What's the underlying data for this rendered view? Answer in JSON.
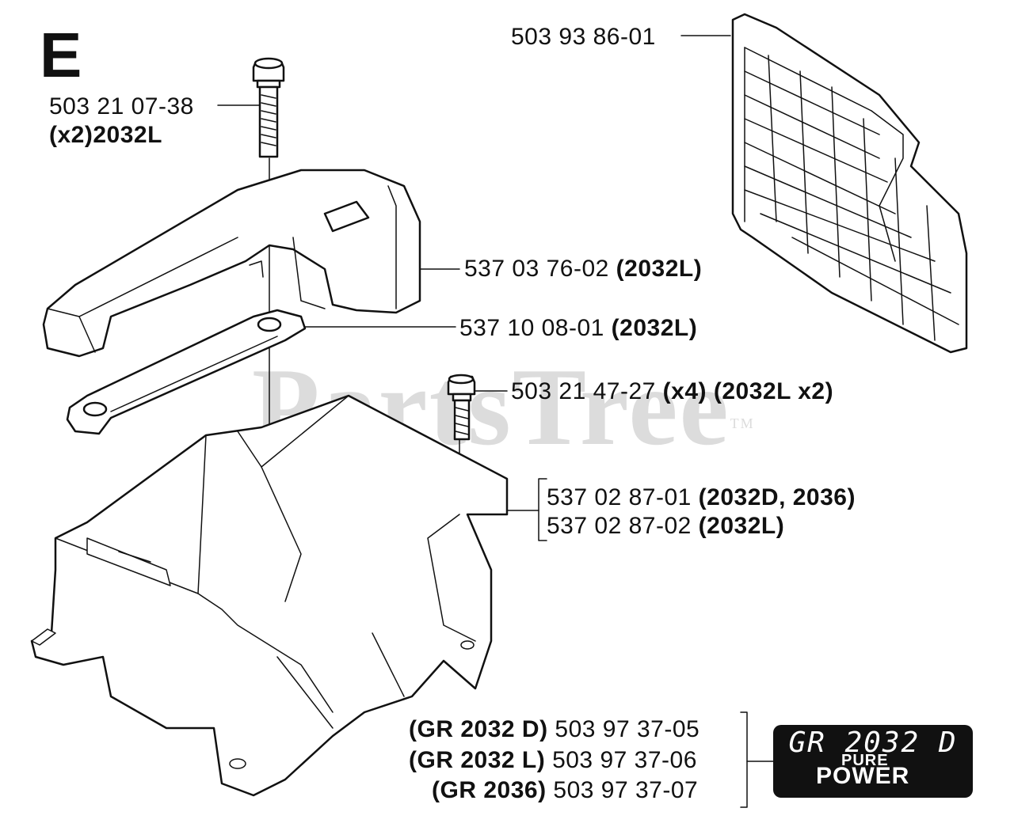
{
  "diagram": {
    "section_letter": "E",
    "watermark": "PartsTree",
    "watermark_tm": "TM",
    "parts": {
      "bolt_top": {
        "number": "503 21 07-38",
        "note": "(x2)2032L"
      },
      "guard_rail": {
        "number": "503 93 86-01"
      },
      "top_cover": {
        "number": "537 03 76-02",
        "note": "(2032L)"
      },
      "bar": {
        "number": "537 10 08-01",
        "note": "(2032L)"
      },
      "bolt_mid": {
        "number": "503 21 47-27",
        "note": "(x4) (2032L x2)"
      },
      "cover_a": {
        "number": "537 02 87-01",
        "note": "(2032D, 2036)"
      },
      "cover_b": {
        "number": "537 02 87-02",
        "note": "(2032L)"
      },
      "decal_d": {
        "model": "(GR 2032 D)",
        "number": "503 97 37-05"
      },
      "decal_l": {
        "model": "(GR 2032 L)",
        "number": "503 97 37-06"
      },
      "decal_36": {
        "model": "(GR 2036)",
        "number": "503 97 37-07"
      }
    },
    "decal_badge": {
      "model": "GR 2032 D",
      "line1": "PURE",
      "line2": "POWER"
    }
  }
}
